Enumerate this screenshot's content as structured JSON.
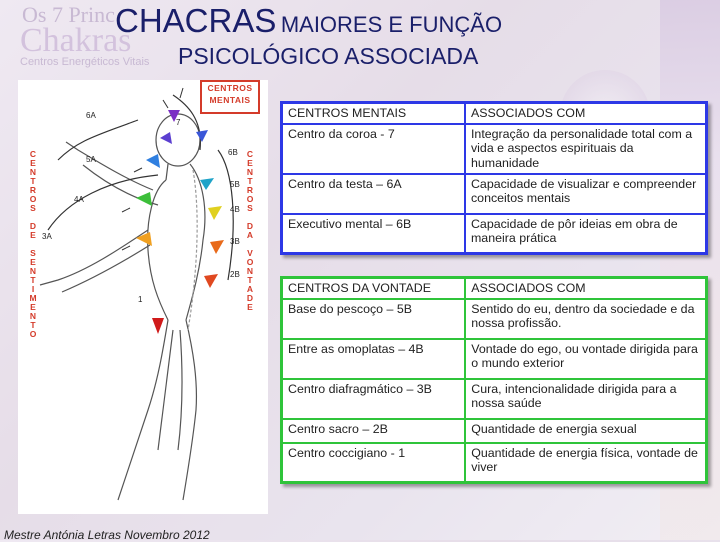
{
  "title": {
    "line1_large": "CHACRAS",
    "line1_small": "MAIORES E FUNÇÃO",
    "line2": "PSICOLÓGICO ASSOCIADA"
  },
  "background_logo": {
    "line1": "Os 7 Princ",
    "line2": "Chakras",
    "line3": "Centros Energéticos Vitais"
  },
  "figure": {
    "box_label_line1": "CENTROS",
    "box_label_line2": "MENTAIS",
    "left_vertical_label": [
      "C",
      "E",
      "N",
      "T",
      "R",
      "O",
      "S",
      "",
      "D",
      "E",
      "",
      "S",
      "E",
      "N",
      "T",
      "I",
      "M",
      "E",
      "N",
      "T",
      "O"
    ],
    "right_vertical_label": [
      "C",
      "E",
      "N",
      "T",
      "R",
      "O",
      "S",
      "",
      "D",
      "A",
      "",
      "V",
      "O",
      "N",
      "T",
      "A",
      "D",
      "E"
    ],
    "chakra_labels": [
      "7",
      "6A",
      "6B",
      "5A",
      "5B",
      "4A",
      "4B",
      "3A",
      "3B",
      "2B",
      "1"
    ],
    "chakra_colors": [
      "#7b2fc4",
      "#5b3fd0",
      "#3a56d8",
      "#2f7fe0",
      "#1fa3c8",
      "#3cbf3a",
      "#e0d020",
      "#f0a020",
      "#e86a1a",
      "#e04820",
      "#d01a1a"
    ]
  },
  "table_mental": {
    "header": [
      "CENTROS MENTAIS",
      "ASSOCIADOS COM"
    ],
    "rows": [
      [
        "Centro da coroa - 7",
        "Integração da personalidade total com a vida e aspectos espirituais da humanidade"
      ],
      [
        "Centro da testa – 6A",
        "Capacidade de visualizar e compreender conceitos mentais"
      ],
      [
        "Executivo mental – 6B",
        "Capacidade de pôr ideias em obra de maneira prática"
      ]
    ]
  },
  "table_vontade": {
    "header": [
      "CENTROS DA VONTADE",
      "ASSOCIADOS COM"
    ],
    "rows": [
      [
        "Base do pescoço – 5B",
        "Sentido do eu, dentro da sociedade e da nossa profissão."
      ],
      [
        "Entre as omoplatas – 4B",
        "Vontade do ego, ou vontade dirigida para o mundo exterior"
      ],
      [
        "Centro diafragmático – 3B",
        "Cura, intencionalidade dirigida para a nossa saúde"
      ],
      [
        "Centro sacro – 2B",
        "Quantidade de energia sexual"
      ],
      [
        "Centro coccigiano - 1",
        "Quantidade de energia física, vontade de viver"
      ]
    ]
  },
  "footer": "Mestre Antónia Letras Novembro 2012"
}
